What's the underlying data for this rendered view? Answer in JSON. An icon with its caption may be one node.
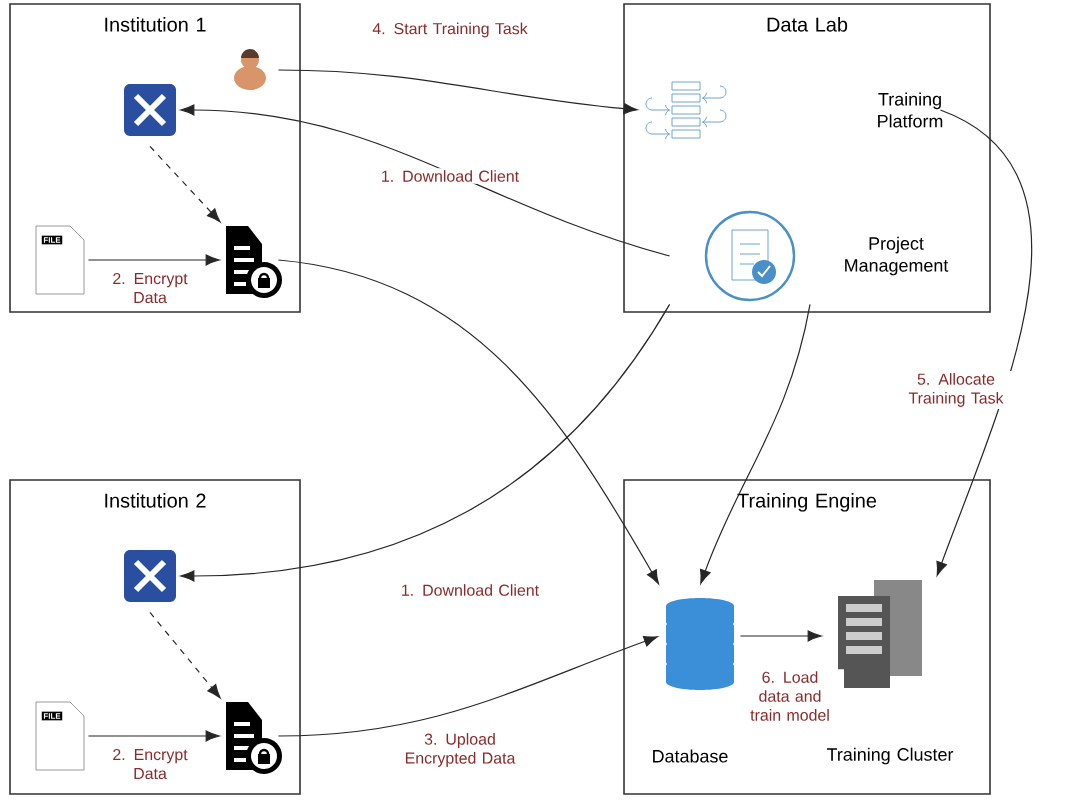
{
  "diagram": {
    "nodes": [
      {
        "text": [
          "Institution 1"
        ]
      },
      {
        "text": [],
        "shape": "person",
        "in": 0
      },
      {
        "text": [],
        "shape": "picture",
        "in": 0
      },
      {
        "text": [],
        "shape": "picture",
        "in": 0
      },
      {
        "text": [],
        "shape": "picture",
        "in": 0
      },
      {
        "text": [
          "Data Lab"
        ]
      },
      {
        "text": [
          "Training Platform"
        ],
        "in": 5
      },
      {
        "text": [
          "Project Management"
        ],
        "in": 5
      },
      {
        "text": [
          "Institution 2"
        ]
      },
      {
        "text": [],
        "shape": "picture",
        "in": 8
      },
      {
        "text": [],
        "shape": "picture",
        "in": 8
      },
      {
        "text": [],
        "shape": "picture",
        "in": 8
      },
      {
        "text": [
          "Training Engine"
        ]
      },
      {
        "text": [
          "Database"
        ],
        "in": 12
      },
      {
        "text": [
          "Training Cluster"
        ],
        "in": 12
      }
    ],
    "edges": [
      {
        "from": 1,
        "to": 6,
        "arrow": "to",
        "label": "4. Start Training Task"
      },
      {
        "from": 7,
        "to": 2,
        "arrow": "to",
        "label": "1. Download Client"
      },
      {
        "from": 2,
        "to": 4,
        "arrow": "to",
        "style": "dashed"
      },
      {
        "from": 3,
        "to": 4,
        "arrow": "to",
        "label": "2. Encrypt Data"
      },
      {
        "from": 4,
        "to": 13,
        "arrow": "to"
      },
      {
        "from": 7,
        "to": 9,
        "arrow": "to",
        "label": "1. Download Client"
      },
      {
        "from": 9,
        "to": 11,
        "arrow": "to",
        "style": "dashed"
      },
      {
        "from": 10,
        "to": 11,
        "arrow": "to",
        "label": "2. Encrypt Data"
      },
      {
        "from": 11,
        "to": 13,
        "arrow": "to",
        "label": "3. Upload Encrypted Data"
      },
      {
        "from": 7,
        "to": 13,
        "arrow": "to"
      },
      {
        "from": 6,
        "to": 14,
        "arrow": "to",
        "label": "5. Allocate Training Task"
      },
      {
        "from": 13,
        "to": 14,
        "arrow": "to",
        "label": "6. Load data and train model"
      }
    ],
    "labels": [
      "FILE",
      "FILE"
    ]
  }
}
